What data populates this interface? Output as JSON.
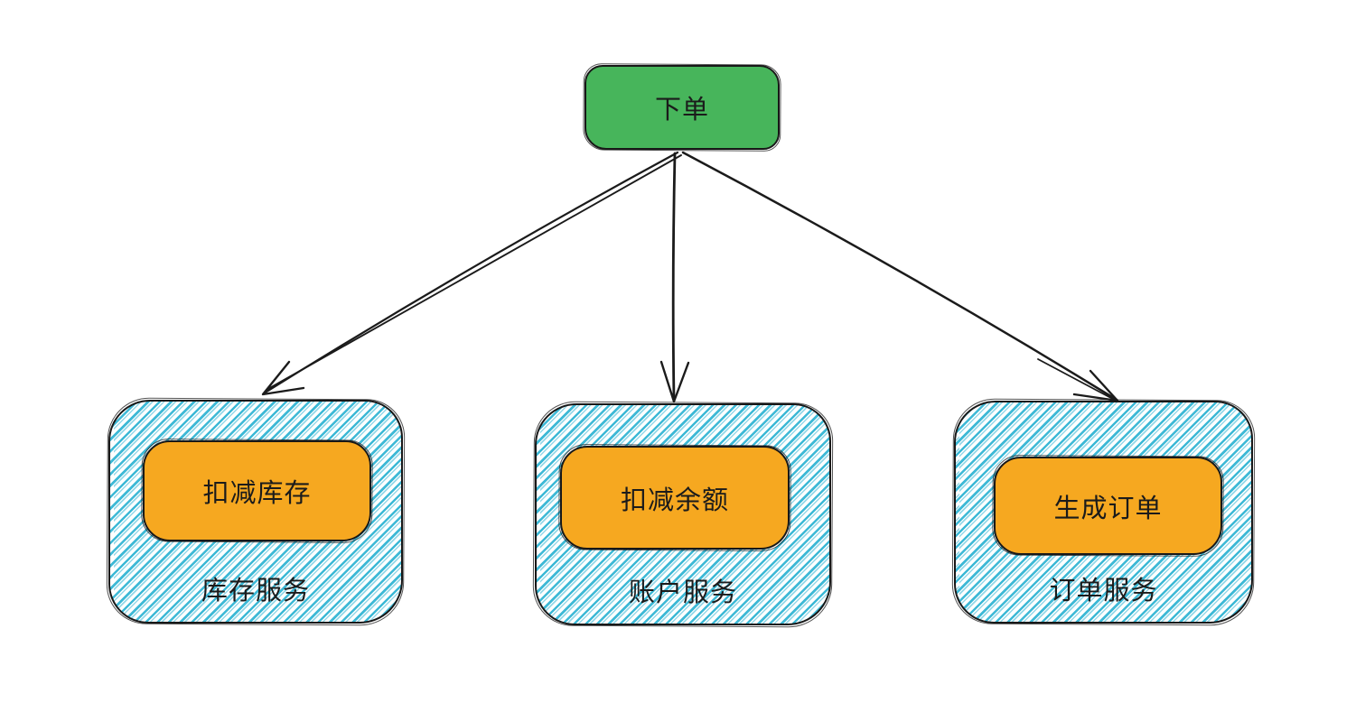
{
  "diagram": {
    "order_node": {
      "label": "下单"
    },
    "services": [
      {
        "task": "扣减库存",
        "service": "库存服务"
      },
      {
        "task": "扣减余额",
        "service": "账户服务"
      },
      {
        "task": "生成订单",
        "service": "订单服务"
      }
    ],
    "edges": [
      {
        "from": "下单",
        "to": "库存服务"
      },
      {
        "from": "下单",
        "to": "账户服务"
      },
      {
        "from": "下单",
        "to": "订单服务"
      }
    ],
    "style": "hand-drawn-sketch"
  },
  "colors": {
    "action_green": "#47b55b",
    "task_orange": "#f6a820",
    "hatch_cyan": "#3db9d6",
    "stroke_black": "#1b1b1b",
    "background": "#ffffff"
  }
}
